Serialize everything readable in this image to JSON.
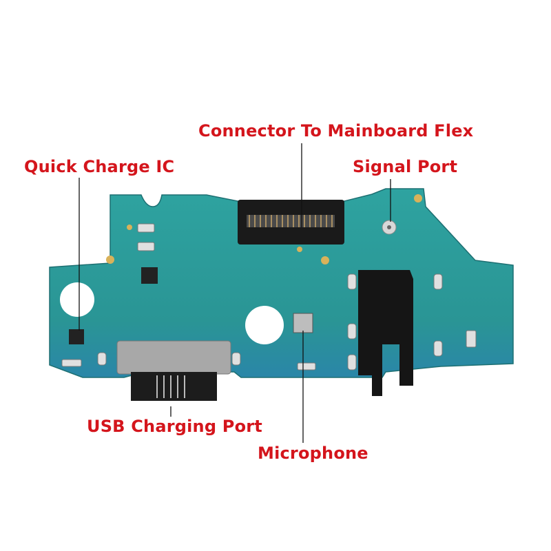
{
  "labels": {
    "connector": "Connector To Mainboard Flex",
    "signal_port": "Signal Port",
    "quick_charge_ic": "Quick Charge IC",
    "usb_port": "USB Charging Port",
    "microphone": "Microphone"
  },
  "colors": {
    "label": "#d4151c",
    "board": "#2f9a9a",
    "board_dark": "#1f7f84",
    "leader": "#111111"
  }
}
